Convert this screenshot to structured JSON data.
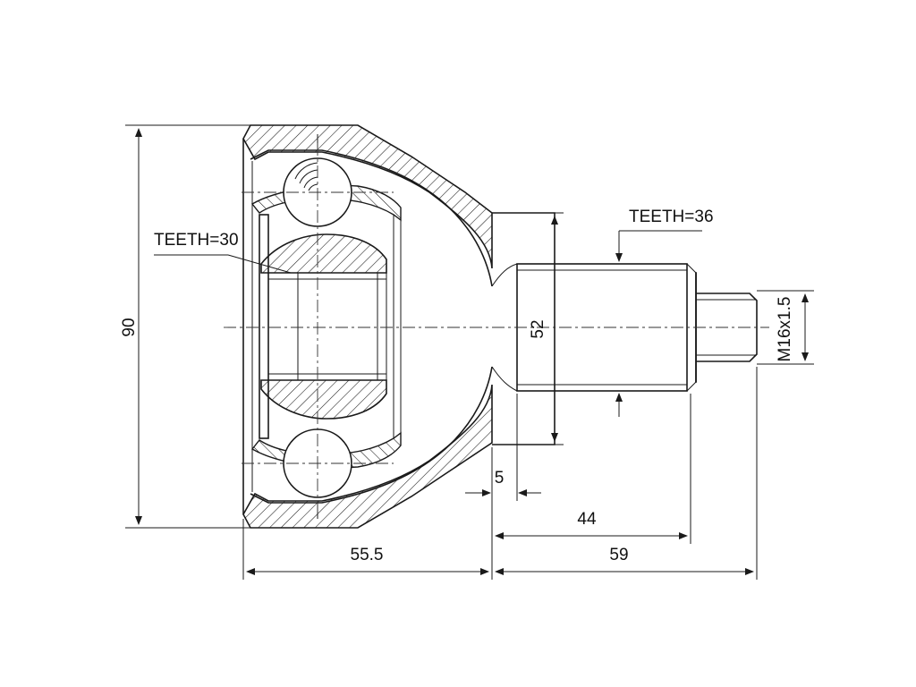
{
  "labels": {
    "teeth_inner": "TEETH=30",
    "teeth_outer": "TEETH=36",
    "overall_diameter": "90",
    "spline_diameter": "52",
    "thread": "M16x1.5",
    "shoulder": "5",
    "spline_length": "44",
    "shaft_length": "59",
    "bell_length": "55.5"
  }
}
